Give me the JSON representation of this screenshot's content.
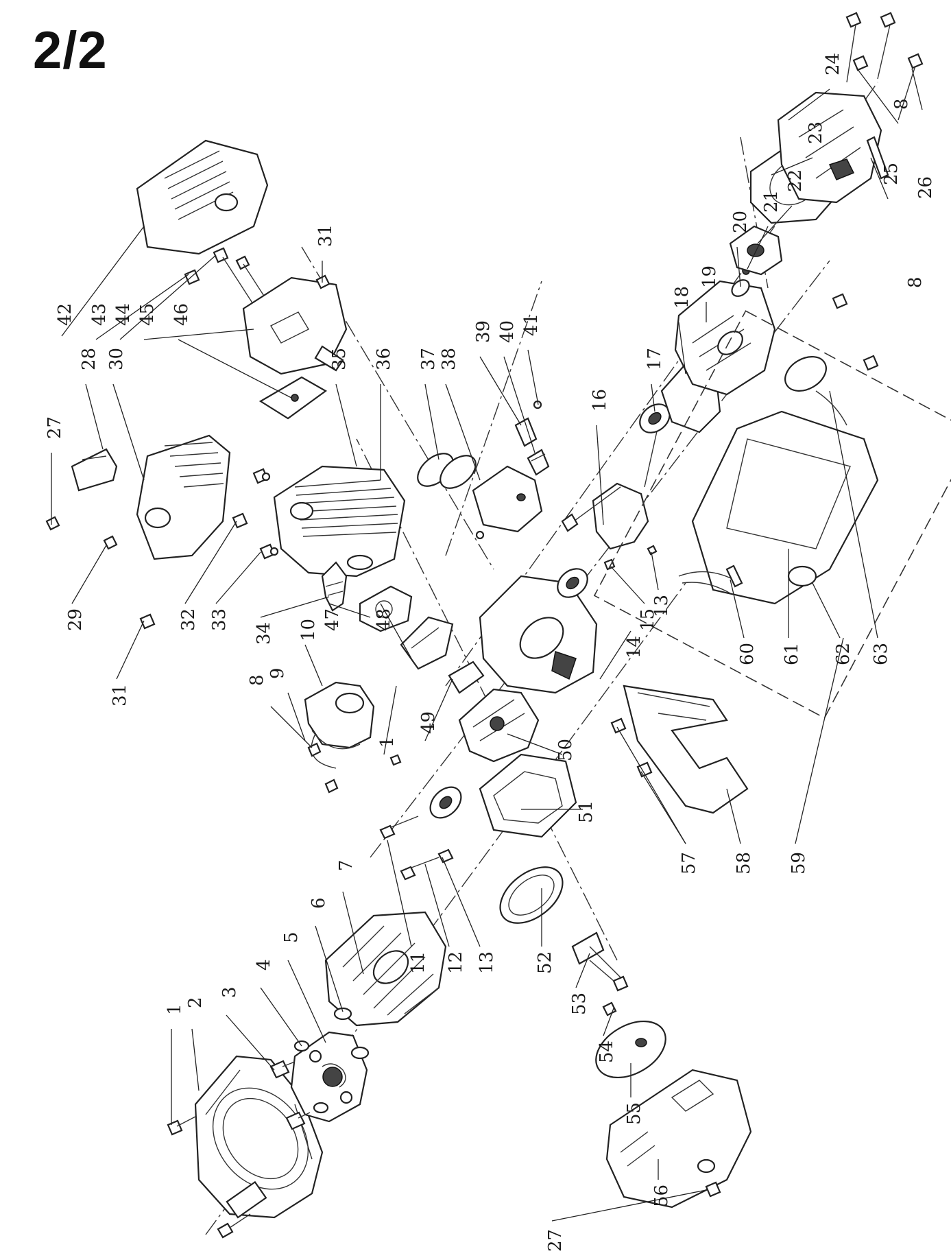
{
  "page": {
    "title": "2/2"
  },
  "labels": [
    {
      "id": "l1a",
      "text": "1"
    },
    {
      "id": "l2",
      "text": "2"
    },
    {
      "id": "l3",
      "text": "3"
    },
    {
      "id": "l4",
      "text": "4"
    },
    {
      "id": "l5",
      "text": "5"
    },
    {
      "id": "l6",
      "text": "6"
    },
    {
      "id": "l7",
      "text": "7"
    },
    {
      "id": "l8a",
      "text": "8"
    },
    {
      "id": "l9",
      "text": "9"
    },
    {
      "id": "l10",
      "text": "10"
    },
    {
      "id": "l11a",
      "text": "11"
    },
    {
      "id": "l12",
      "text": "12"
    },
    {
      "id": "l13a",
      "text": "13"
    },
    {
      "id": "l1b",
      "text": "1"
    },
    {
      "id": "l49",
      "text": "49"
    },
    {
      "id": "l50",
      "text": "50"
    },
    {
      "id": "l51",
      "text": "51"
    },
    {
      "id": "l52",
      "text": "52"
    },
    {
      "id": "l53",
      "text": "53"
    },
    {
      "id": "l54",
      "text": "54"
    },
    {
      "id": "l55",
      "text": "55"
    },
    {
      "id": "l56",
      "text": "56"
    },
    {
      "id": "l27b",
      "text": "27"
    },
    {
      "id": "l57",
      "text": "57"
    },
    {
      "id": "l58",
      "text": "58"
    },
    {
      "id": "l59",
      "text": "59"
    },
    {
      "id": "l29",
      "text": "29"
    },
    {
      "id": "l31b",
      "text": "31"
    },
    {
      "id": "l32",
      "text": "32"
    },
    {
      "id": "l33",
      "text": "33"
    },
    {
      "id": "l34",
      "text": "34"
    },
    {
      "id": "l47",
      "text": "47"
    },
    {
      "id": "l48",
      "text": "48"
    },
    {
      "id": "l14",
      "text": "14"
    },
    {
      "id": "l15",
      "text": "15"
    },
    {
      "id": "l13b",
      "text": "13"
    },
    {
      "id": "l60",
      "text": "60"
    },
    {
      "id": "l61",
      "text": "61"
    },
    {
      "id": "l62",
      "text": "62"
    },
    {
      "id": "l63",
      "text": "63"
    },
    {
      "id": "l27a",
      "text": "27"
    },
    {
      "id": "l28",
      "text": "28"
    },
    {
      "id": "l30",
      "text": "30"
    },
    {
      "id": "l35",
      "text": "35"
    },
    {
      "id": "l36",
      "text": "36"
    },
    {
      "id": "l37",
      "text": "37"
    },
    {
      "id": "l38",
      "text": "38"
    },
    {
      "id": "l39",
      "text": "39"
    },
    {
      "id": "l40",
      "text": "40"
    },
    {
      "id": "l41",
      "text": "41"
    },
    {
      "id": "l42",
      "text": "42"
    },
    {
      "id": "l43",
      "text": "43"
    },
    {
      "id": "l44",
      "text": "44"
    },
    {
      "id": "l45",
      "text": "45"
    },
    {
      "id": "l46",
      "text": "46"
    },
    {
      "id": "l31a",
      "text": "31"
    },
    {
      "id": "l16",
      "text": "16"
    },
    {
      "id": "l17",
      "text": "17"
    },
    {
      "id": "l18",
      "text": "18"
    },
    {
      "id": "l19",
      "text": "19"
    },
    {
      "id": "l20",
      "text": "20"
    },
    {
      "id": "l21",
      "text": "21"
    },
    {
      "id": "l22",
      "text": "22"
    },
    {
      "id": "l23",
      "text": "23"
    },
    {
      "id": "l24",
      "text": "24"
    },
    {
      "id": "l8b",
      "text": "8"
    },
    {
      "id": "l25",
      "text": "25"
    },
    {
      "id": "l26",
      "text": "26"
    },
    {
      "id": "l8c",
      "text": "8"
    }
  ]
}
